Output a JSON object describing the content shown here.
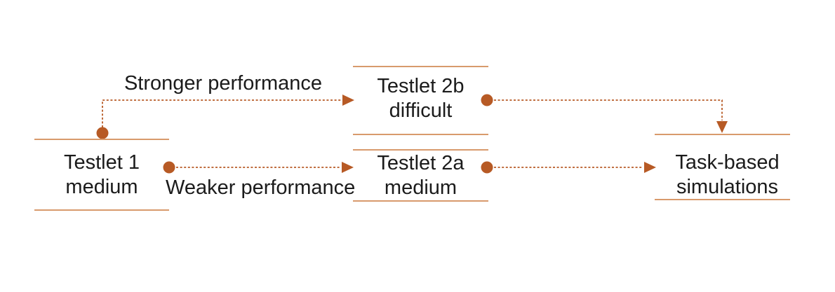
{
  "colors": {
    "accent": "#B75A25",
    "rule": "#D89A6C",
    "text": "#1b1b1b",
    "background": "#FFFFFF"
  },
  "diagram": {
    "nodes": {
      "testlet1": {
        "line1": "Testlet 1",
        "line2": "medium"
      },
      "testlet2b": {
        "line1": "Testlet 2b",
        "line2": "difficult"
      },
      "testlet2a": {
        "line1": "Testlet 2a",
        "line2": "medium"
      },
      "simulations": {
        "line1": "Task-based",
        "line2": "simulations"
      }
    },
    "edges": {
      "stronger": {
        "label": "Stronger performance",
        "from": "Testlet 1 medium",
        "to": "Testlet 2b difficult"
      },
      "weaker": {
        "label": "Weaker performance",
        "from": "Testlet 1 medium",
        "to": "Testlet 2a medium"
      },
      "b_to_sim": {
        "label": "",
        "from": "Testlet 2b difficult",
        "to": "Task-based simulations"
      },
      "a_to_sim": {
        "label": "",
        "from": "Testlet 2a medium",
        "to": "Task-based simulations"
      }
    }
  }
}
